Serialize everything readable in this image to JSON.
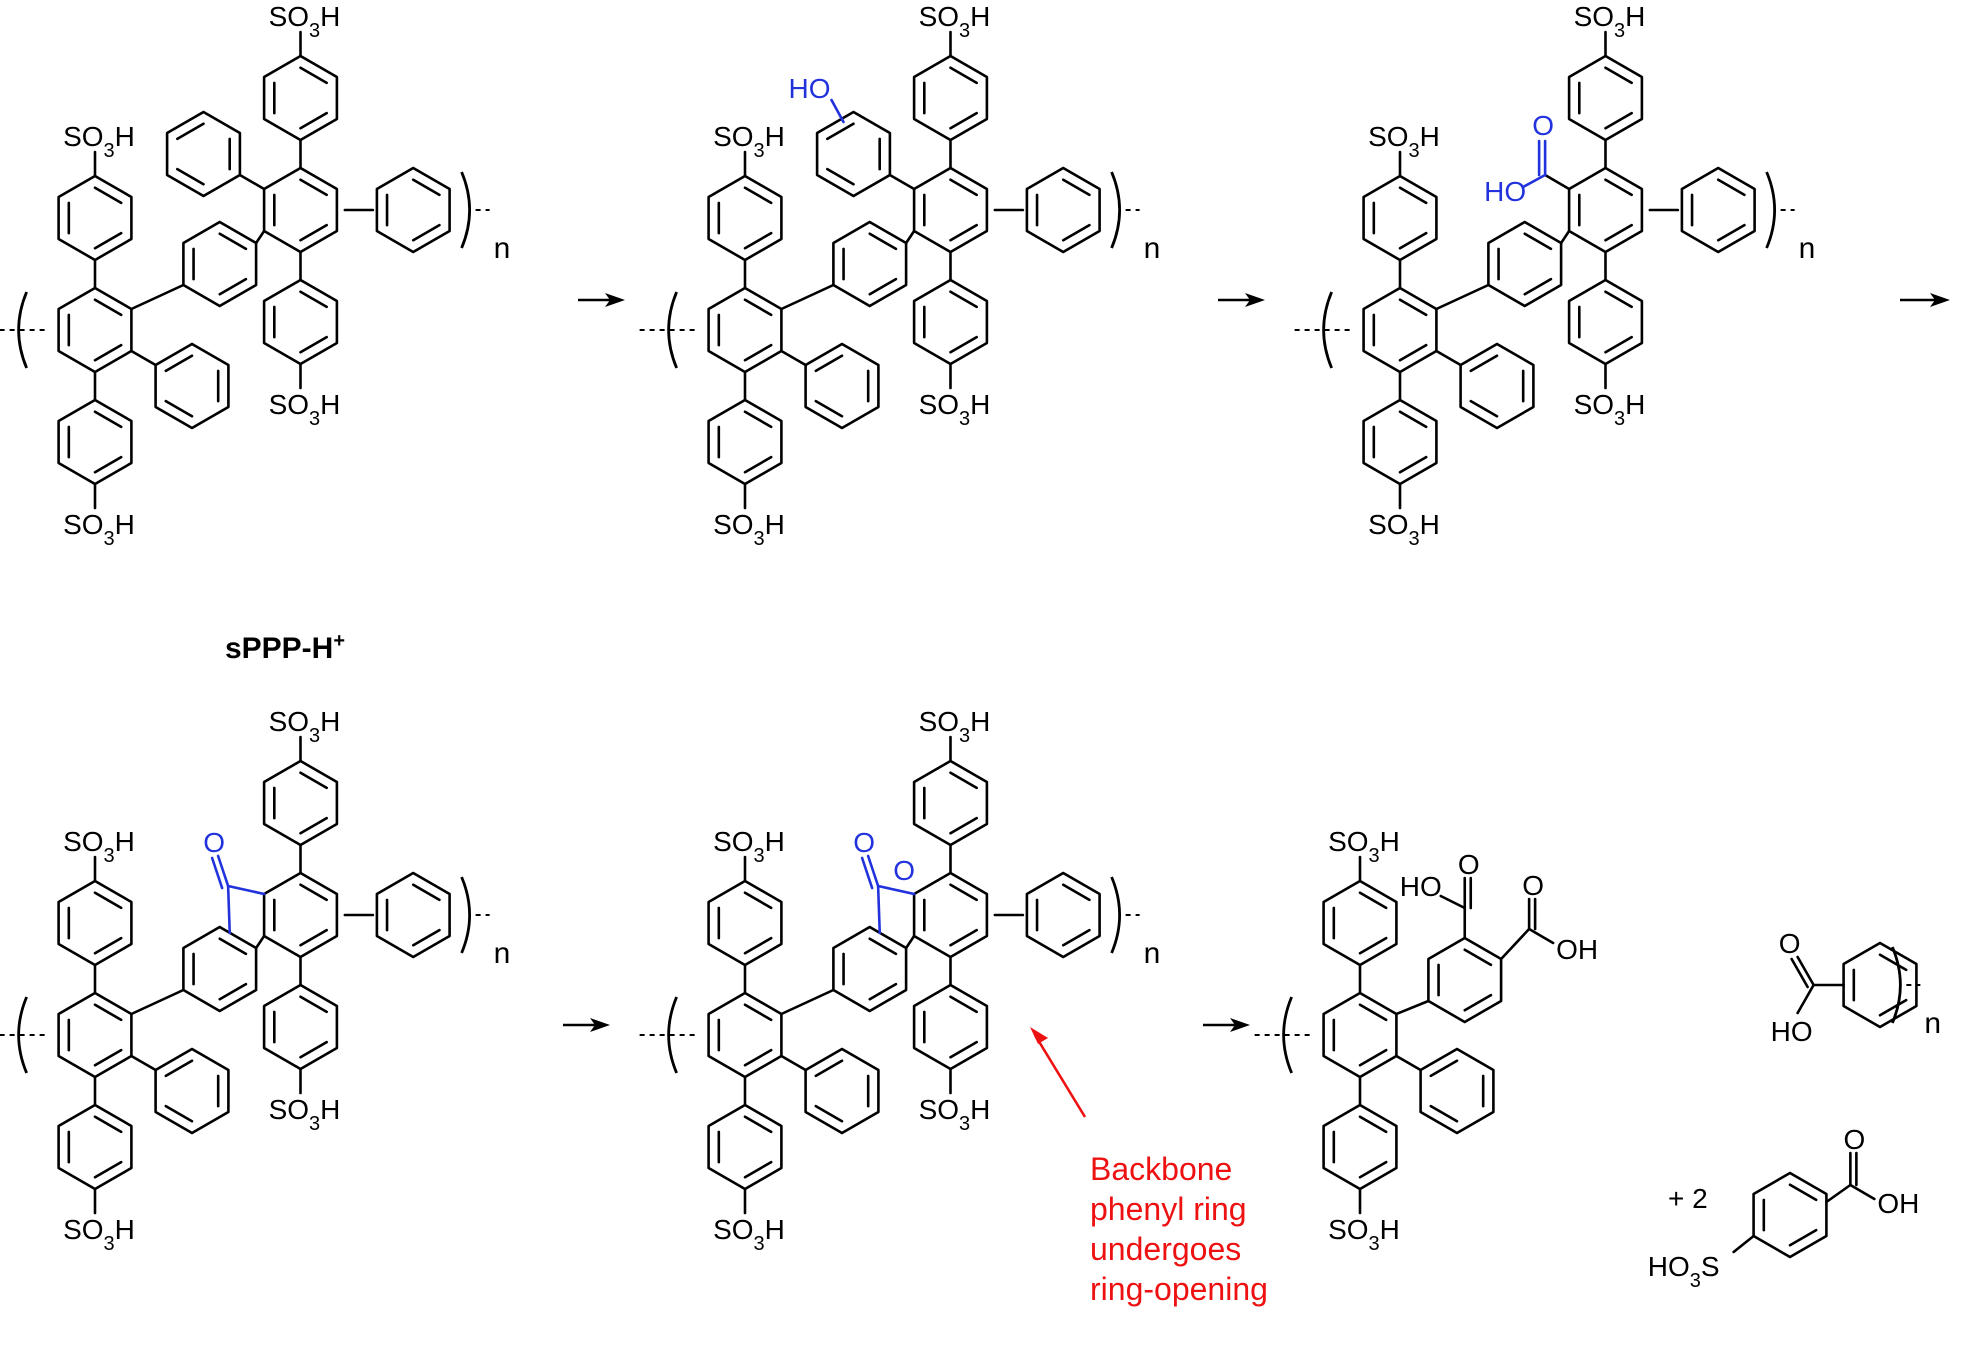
{
  "labels": {
    "sulfonic_acid": "SO3H",
    "sulfonic_acid_left": "HO3S",
    "hydroxyl_right": "HO",
    "hydroxyl_left": "OH",
    "carbonyl_oxygen": "O",
    "ring_oxygen": "O",
    "repeat_n": "n",
    "coefficient": "+ 2"
  },
  "compound_name": {
    "base": "sPPP-H",
    "superscript": "+"
  },
  "annotation": {
    "lines": [
      "Backbone",
      "phenyl ring",
      "undergoes",
      "ring-opening"
    ]
  },
  "colors": {
    "bonds": "#000000",
    "modification": "#2233dd",
    "annotation": "#ee1111"
  }
}
